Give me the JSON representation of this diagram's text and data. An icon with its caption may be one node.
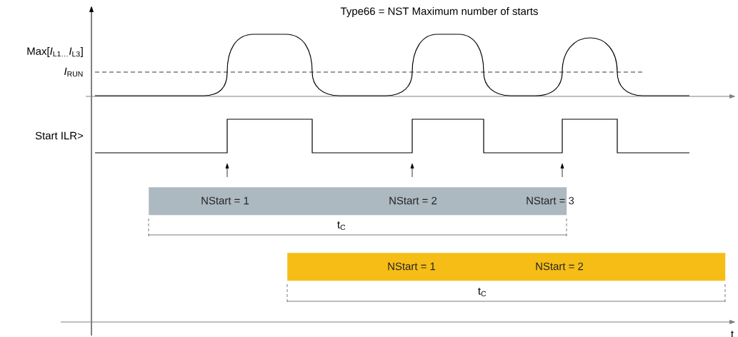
{
  "diagram": {
    "title": "Type66 = NST Maximum number of starts",
    "nodes": [
      {
        "text": [
          "NStart = 1",
          "NStart = 2",
          "NStart = 3"
        ]
      },
      {
        "text": [
          "NStart = 1",
          "NStart = 2"
        ]
      }
    ],
    "labels": [
      "Max[*I*$_{L1…}$*I*$_{L3}$]",
      "*I*$_{RUN}$",
      "Start ILR>",
      "t$_{C}$",
      "t$_{C}$",
      "t"
    ]
  }
}
